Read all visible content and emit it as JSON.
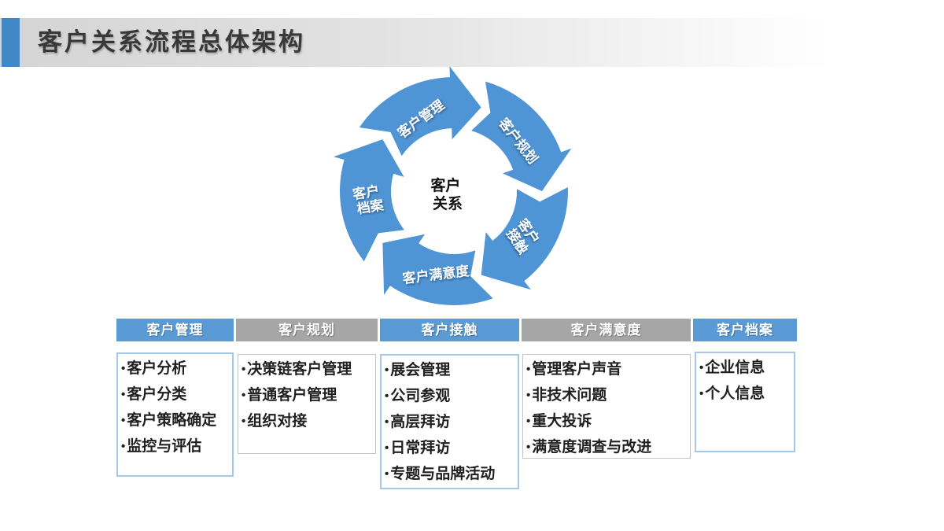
{
  "slide": {
    "title": "客户关系流程总体架构",
    "cycle": {
      "center_label": "客户关系",
      "center_lines": [
        "客户",
        "关系"
      ],
      "segments": [
        {
          "label": "客户管理",
          "lines": [
            "客户管理"
          ]
        },
        {
          "label": "客户规划",
          "lines": [
            "客户规划"
          ]
        },
        {
          "label": "客户接触",
          "lines": [
            "客户",
            "接触"
          ]
        },
        {
          "label": "客户满意度",
          "lines": [
            "客户满意度"
          ]
        },
        {
          "label": "客户档案",
          "lines": [
            "客户",
            "档案"
          ]
        }
      ]
    },
    "columns": [
      {
        "header": "客户管理",
        "style": "blue",
        "items": [
          "客户分析",
          "客户分类",
          "客户策略确定",
          "监控与评估"
        ]
      },
      {
        "header": "客户规划",
        "style": "gray",
        "items": [
          "决策链客户管理",
          "普通客户管理",
          "组织对接"
        ]
      },
      {
        "header": "客户接触",
        "style": "blue",
        "items": [
          "展会管理",
          "公司参观",
          "高层拜访",
          "日常拜访",
          "专题与品牌活动"
        ]
      },
      {
        "header": "客户满意度",
        "style": "gray",
        "items": [
          "管理客户声音",
          "非技术问题",
          "重大投诉",
          "满意度调查与改进"
        ]
      },
      {
        "header": "客户档案",
        "style": "blue",
        "items": [
          "企业信息",
          "个人信息"
        ]
      }
    ],
    "colors": {
      "accent_blue": "#4287C6",
      "arrow_blue": "#4F94D5",
      "header_blue": "#5B9BD5",
      "header_gray": "#A6A6A6",
      "box_border_blue": "#A5C8E6",
      "box_border_gray": "#C4C4C4",
      "title_text": "#383838"
    }
  }
}
